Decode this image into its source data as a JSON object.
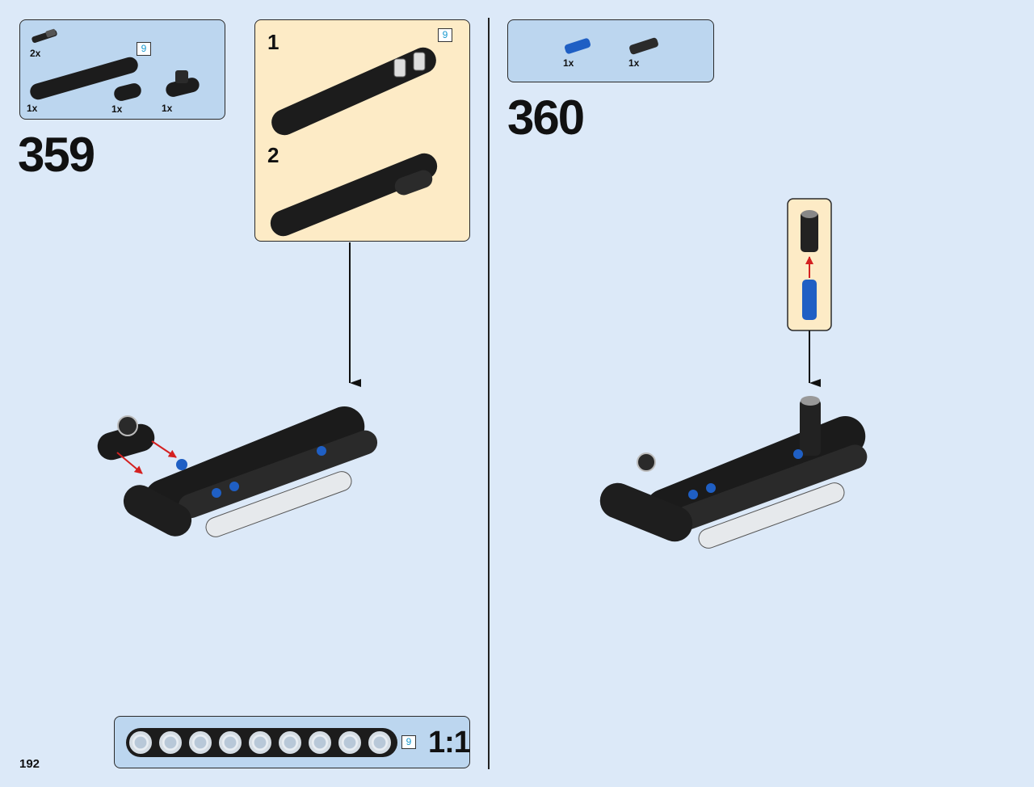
{
  "page": {
    "number": "192"
  },
  "steps": [
    {
      "number": "359",
      "parts": [
        {
          "qty": "2x",
          "icon": "axle-pin-icon"
        },
        {
          "qty": "1x",
          "icon": "beam-9-icon",
          "length_badge": "9"
        },
        {
          "qty": "1x",
          "icon": "beam-2-icon"
        },
        {
          "qty": "1x",
          "icon": "cross-block-icon"
        }
      ],
      "subassembly": {
        "length_badge": "9",
        "substeps": [
          {
            "number": "1"
          },
          {
            "number": "2"
          }
        ]
      }
    },
    {
      "number": "360",
      "parts": [
        {
          "qty": "1x",
          "icon": "blue-pin-icon"
        },
        {
          "qty": "1x",
          "icon": "axle-connector-icon"
        }
      ]
    }
  ],
  "scale_reference": {
    "length_badge": "9",
    "label": "1:1",
    "holes": 9
  },
  "colors": {
    "background": "#dce9f8",
    "parts_box": "#bcd6ef",
    "subassembly_box": "#fdebc6",
    "arrow_red": "#d42020",
    "pin_blue": "#1f5fc4",
    "badge_text": "#1a9ad0"
  }
}
